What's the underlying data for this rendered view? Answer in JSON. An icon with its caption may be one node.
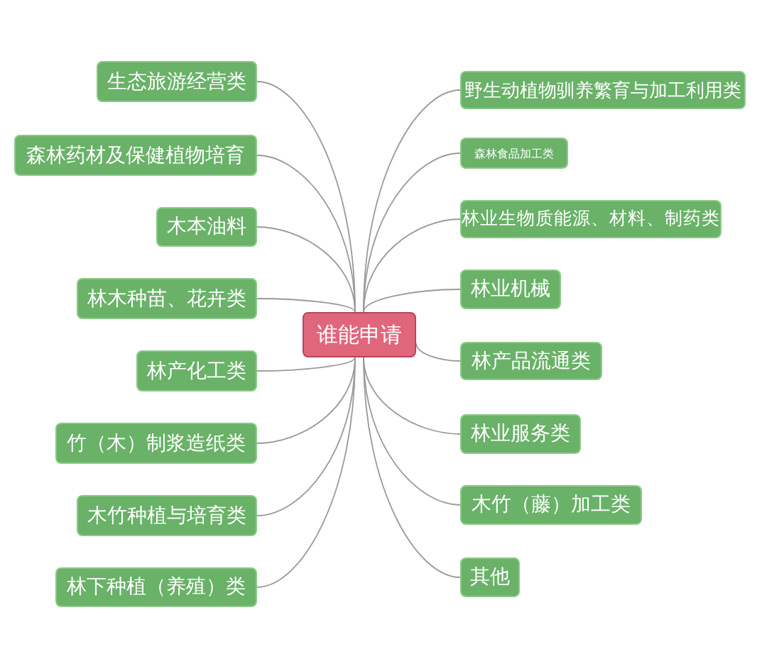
{
  "diagram": {
    "nodes": [
      {
        "text": [
          "谁能申请"
        ]
      },
      {
        "text": [
          "生态旅游经营类"
        ]
      },
      {
        "text": [
          "森林药材及保健植物培育"
        ]
      },
      {
        "text": [
          "木本油料"
        ]
      },
      {
        "text": [
          "林木种苗、花卉类"
        ]
      },
      {
        "text": [
          "林产化工类"
        ]
      },
      {
        "text": [
          "竹（木）制浆造纸类"
        ]
      },
      {
        "text": [
          "木竹种植与培育类"
        ]
      },
      {
        "text": [
          "林下种植（养殖）类"
        ]
      },
      {
        "text": [
          "野生动植物驯养繁育与加工利用类"
        ]
      },
      {
        "text": [
          "森林食品加工类"
        ]
      },
      {
        "text": [
          "林业生物质能源、材料、制药类"
        ]
      },
      {
        "text": [
          "林业机械"
        ]
      },
      {
        "text": [
          "林产品流通类"
        ]
      },
      {
        "text": [
          "林业服务类"
        ]
      },
      {
        "text": [
          "木竹（藤）加工类"
        ]
      },
      {
        "text": [
          "其他"
        ]
      }
    ],
    "edges": [
      {
        "from": 0,
        "to": 1,
        "arrow": "none"
      },
      {
        "from": 0,
        "to": 2,
        "arrow": "none"
      },
      {
        "from": 0,
        "to": 3,
        "arrow": "none"
      },
      {
        "from": 0,
        "to": 4,
        "arrow": "none"
      },
      {
        "from": 0,
        "to": 5,
        "arrow": "none"
      },
      {
        "from": 0,
        "to": 6,
        "arrow": "none"
      },
      {
        "from": 0,
        "to": 7,
        "arrow": "none"
      },
      {
        "from": 0,
        "to": 8,
        "arrow": "none"
      },
      {
        "from": 0,
        "to": 9,
        "arrow": "none"
      },
      {
        "from": 0,
        "to": 10,
        "arrow": "none"
      },
      {
        "from": 0,
        "to": 11,
        "arrow": "none"
      },
      {
        "from": 0,
        "to": 12,
        "arrow": "none"
      },
      {
        "from": 0,
        "to": 13,
        "arrow": "none"
      },
      {
        "from": 0,
        "to": 14,
        "arrow": "none"
      },
      {
        "from": 0,
        "to": 15,
        "arrow": "none"
      },
      {
        "from": 0,
        "to": 16,
        "arrow": "none"
      }
    ]
  }
}
